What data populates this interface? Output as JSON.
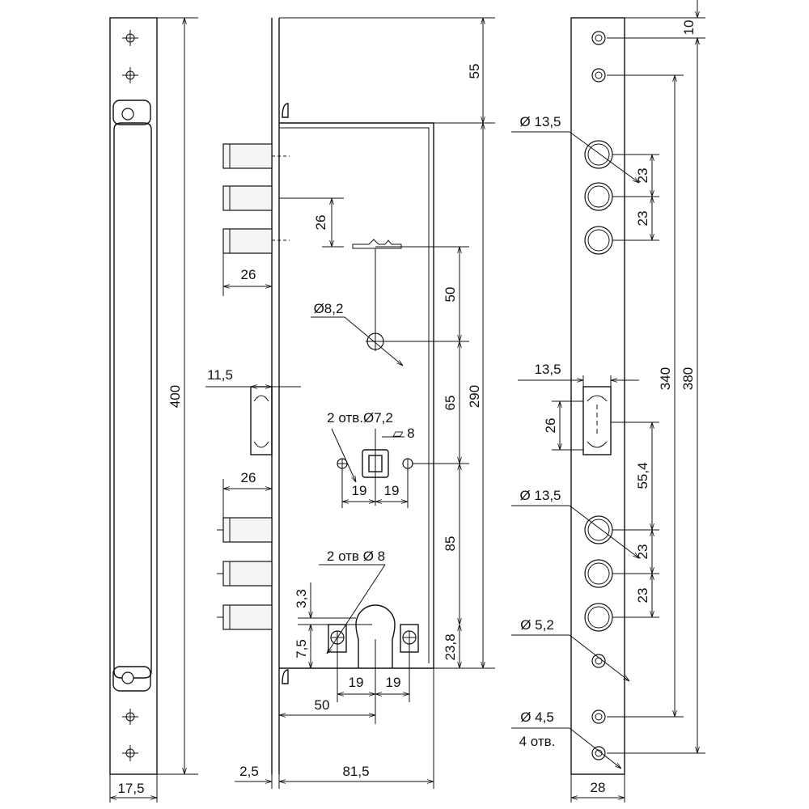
{
  "left_plate": {
    "width_label": "17,5",
    "height_label": "400"
  },
  "lock_body": {
    "top_offset_label": "55",
    "bolt_length_upper_label": "26",
    "bolt_spacing_label": "26",
    "spindle_hole_label": "Ø8,2",
    "dim_50_label": "50",
    "dim_65_label": "65",
    "dim_290_label": "290",
    "latch_offset_label": "11,5",
    "holes_upper_label": "2 отв.Ø7,2",
    "square_label": "▱ 8",
    "pitch_left_label": "19",
    "pitch_right_label": "19",
    "bolt_length_lower_label": "26",
    "dim_85_label": "85",
    "holes_lower_label": "2 отв Ø 8",
    "dim_3_3_label": "3,3",
    "dim_7_5_label": "7,5",
    "dim_23_8_label": "23,8",
    "lower_pitch_left_label": "19",
    "lower_pitch_right_label": "19",
    "backset_label": "50",
    "faceplate_thickness_label": "2,5",
    "body_width_label": "81,5"
  },
  "face_plate": {
    "top_gap_label": "10",
    "bolt_hole_upper_label": "Ø 13,5",
    "bolt_pitch_1_label": "23",
    "bolt_pitch_2_label": "23",
    "latch_width_label": "13,5",
    "latch_height_label": "26",
    "dim_340_label": "340",
    "dim_380_label": "380",
    "dim_55_4_label": "55,4",
    "bolt_hole_lower_label": "Ø 13,5",
    "bolt_pitch_3_label": "23",
    "bolt_pitch_4_label": "23",
    "screw_hole_label": "Ø 5,2",
    "fix_hole_label": "Ø 4,5",
    "fix_hole_count_label": "4 отв.",
    "width_label": "28"
  }
}
